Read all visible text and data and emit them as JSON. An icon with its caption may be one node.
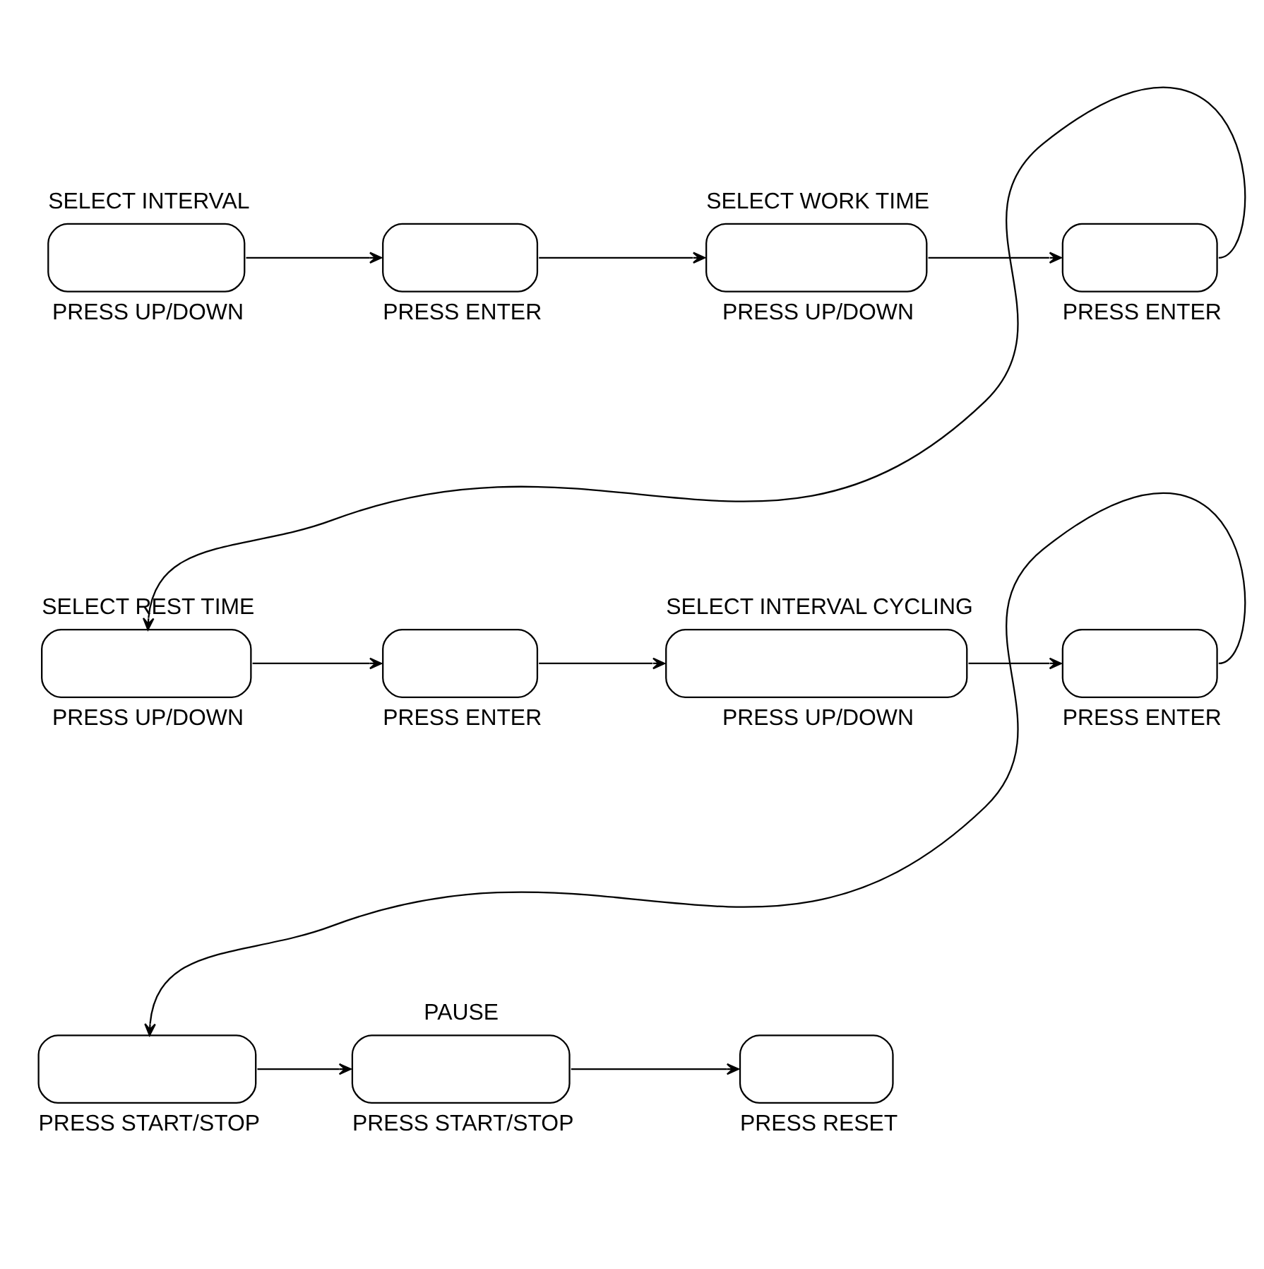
{
  "diagram": {
    "nodes": [
      {
        "text": [
          "SELECT INTERVAL",
          "PRESS UP/DOWN"
        ]
      },
      {
        "text": [
          "PRESS ENTER"
        ]
      },
      {
        "text": [
          "SELECT WORK TIME",
          "PRESS UP/DOWN"
        ]
      },
      {
        "text": [
          "PRESS ENTER"
        ]
      },
      {
        "text": [
          "SELECT REST TIME",
          "PRESS UP/DOWN"
        ]
      },
      {
        "text": [
          "PRESS ENTER"
        ]
      },
      {
        "text": [
          "SELECT INTERVAL CYCLING",
          "PRESS UP/DOWN"
        ]
      },
      {
        "text": [
          "PRESS ENTER"
        ]
      },
      {
        "text": [
          "PRESS START/STOP"
        ]
      },
      {
        "text": [
          "PAUSE",
          "PRESS START/STOP"
        ]
      },
      {
        "text": [
          "PRESS RESET"
        ]
      }
    ],
    "edges": [
      {
        "from": 0,
        "to": 1,
        "arrow": "to"
      },
      {
        "from": 1,
        "to": 2,
        "arrow": "to"
      },
      {
        "from": 2,
        "to": 3,
        "arrow": "to"
      },
      {
        "from": 3,
        "to": 4,
        "arrow": "to"
      },
      {
        "from": 4,
        "to": 5,
        "arrow": "to"
      },
      {
        "from": 5,
        "to": 6,
        "arrow": "to"
      },
      {
        "from": 6,
        "to": 7,
        "arrow": "to"
      },
      {
        "from": 7,
        "to": 8,
        "arrow": "to"
      },
      {
        "from": 8,
        "to": 9,
        "arrow": "to"
      },
      {
        "from": 9,
        "to": 10,
        "arrow": "to"
      }
    ]
  }
}
